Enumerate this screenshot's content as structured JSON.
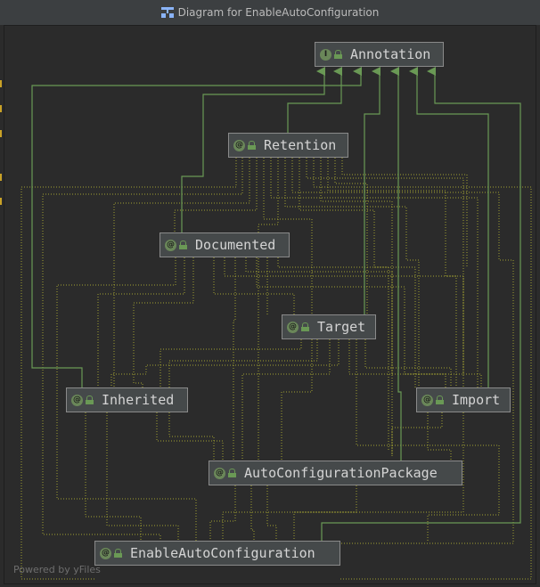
{
  "window": {
    "title": "Diagram for EnableAutoConfiguration",
    "icon": "diagram-icon"
  },
  "footer": {
    "powered_by": "Powered by yFiles"
  },
  "colors": {
    "background": "#2b2b2b",
    "node_fill": "#45494a",
    "node_border": "#8a8a8a",
    "extends_edge": "#6a9955",
    "annotation_edge": "#a0a030",
    "badge": "#6a8759"
  },
  "nodes": {
    "annotation": {
      "label": "Annotation",
      "kind": "I",
      "kind_name": "interface"
    },
    "retention": {
      "label": "Retention",
      "kind": "@",
      "kind_name": "annotation"
    },
    "documented": {
      "label": "Documented",
      "kind": "@",
      "kind_name": "annotation"
    },
    "target": {
      "label": "Target",
      "kind": "@",
      "kind_name": "annotation"
    },
    "inherited": {
      "label": "Inherited",
      "kind": "@",
      "kind_name": "annotation"
    },
    "import": {
      "label": "Import",
      "kind": "@",
      "kind_name": "annotation"
    },
    "autoconfigurationpackage": {
      "label": "AutoConfigurationPackage",
      "kind": "@",
      "kind_name": "annotation"
    },
    "enableautoconfiguration": {
      "label": "EnableAutoConfiguration",
      "kind": "@",
      "kind_name": "annotation"
    }
  },
  "edges": {
    "extends": [
      [
        "retention",
        "annotation"
      ],
      [
        "documented",
        "annotation"
      ],
      [
        "target",
        "annotation"
      ],
      [
        "inherited",
        "annotation"
      ],
      [
        "import",
        "annotation"
      ],
      [
        "autoconfigurationpackage",
        "annotation"
      ],
      [
        "enableautoconfiguration",
        "annotation"
      ]
    ],
    "annotated_by": [
      [
        "retention",
        "documented"
      ],
      [
        "retention",
        "target"
      ],
      [
        "retention",
        "inherited"
      ],
      [
        "retention",
        "import"
      ],
      [
        "retention",
        "autoconfigurationpackage"
      ],
      [
        "retention",
        "enableautoconfiguration"
      ],
      [
        "documented",
        "target"
      ],
      [
        "documented",
        "inherited"
      ],
      [
        "documented",
        "import"
      ],
      [
        "documented",
        "autoconfigurationpackage"
      ],
      [
        "documented",
        "enableautoconfiguration"
      ],
      [
        "target",
        "inherited"
      ],
      [
        "target",
        "import"
      ],
      [
        "target",
        "autoconfigurationpackage"
      ],
      [
        "target",
        "enableautoconfiguration"
      ],
      [
        "inherited",
        "autoconfigurationpackage"
      ],
      [
        "inherited",
        "enableautoconfiguration"
      ],
      [
        "import",
        "autoconfigurationpackage"
      ],
      [
        "import",
        "enableautoconfiguration"
      ],
      [
        "autoconfigurationpackage",
        "enableautoconfiguration"
      ]
    ]
  }
}
